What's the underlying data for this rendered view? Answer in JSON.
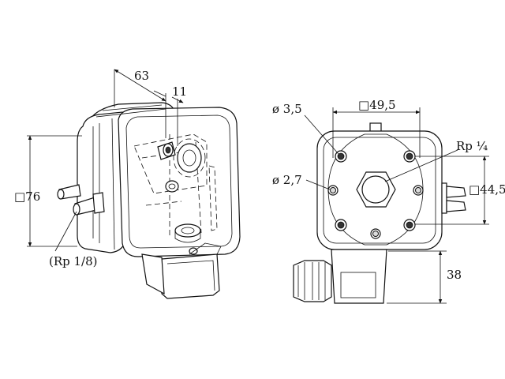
{
  "left_view": {
    "dim_width": "63",
    "dim_depth": "11",
    "dim_height": "□76",
    "thread_label": "(Rp 1/8)"
  },
  "right_view": {
    "hole_large": "ø 3,5",
    "hole_small": "ø 2,7",
    "square_size": "□49,5",
    "thread_port": "Rp ¼",
    "square_offset": "□44,5",
    "connector_height": "38"
  }
}
